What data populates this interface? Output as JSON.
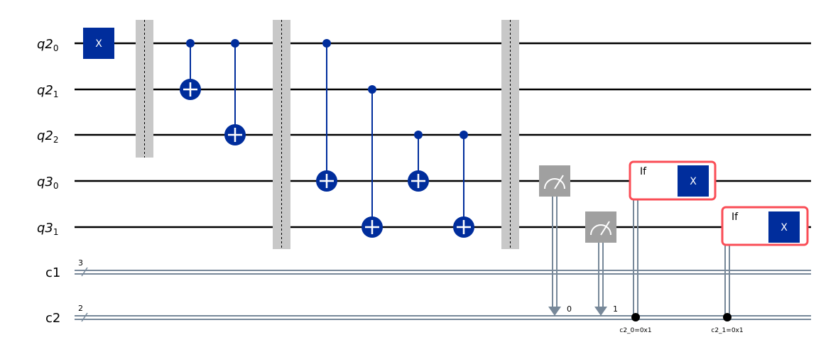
{
  "qubits": [
    {
      "reg": "q2",
      "idx": "0"
    },
    {
      "reg": "q2",
      "idx": "1"
    },
    {
      "reg": "q2",
      "idx": "2"
    },
    {
      "reg": "q3",
      "idx": "0"
    },
    {
      "reg": "q3",
      "idx": "1"
    }
  ],
  "clbits": [
    {
      "label": "c1",
      "size": "3"
    },
    {
      "label": "c2",
      "size": "2"
    }
  ],
  "gates": {
    "x": "X",
    "if": "If"
  },
  "measure_bits": [
    "0",
    "1"
  ],
  "conditions": [
    "c2_0=0x1",
    "c2_1=0x1"
  ],
  "colors": {
    "gate": "#002d9c",
    "cnot": "#002d9c",
    "barrier": "#c8c8c8",
    "measure": "#a0a0a0",
    "classical": "#778899",
    "if_box": "#fa4d56"
  }
}
